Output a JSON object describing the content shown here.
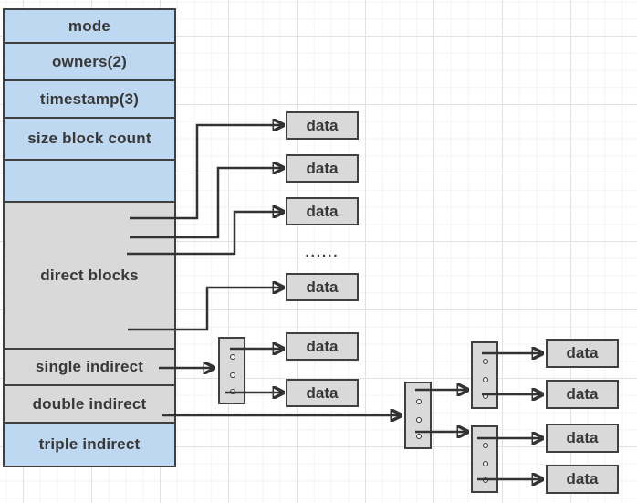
{
  "colors": {
    "cell_blue": "#bdd8f0",
    "cell_gray": "#d9d9d9",
    "shape_border": "#404040",
    "connector": "#333333",
    "text": "#383838",
    "canvas_background": "#ffffff",
    "grid_minor": "#f3f3f3",
    "grid_major": "#e2e2e2"
  },
  "inode_table": {
    "rows": [
      {
        "label": "mode",
        "fill": "blue"
      },
      {
        "label": "owners(2)",
        "fill": "blue"
      },
      {
        "label": "timestamp(3)",
        "fill": "blue"
      },
      {
        "label": "size block count",
        "fill": "blue"
      },
      {
        "label": "",
        "fill": "blue"
      },
      {
        "label": "direct blocks",
        "fill": "gray"
      },
      {
        "label": "single indirect",
        "fill": "gray"
      },
      {
        "label": "double indirect",
        "fill": "gray"
      },
      {
        "label": "triple indirect",
        "fill": "blue"
      }
    ]
  },
  "data_block_label": "data",
  "ellipsis": "......"
}
